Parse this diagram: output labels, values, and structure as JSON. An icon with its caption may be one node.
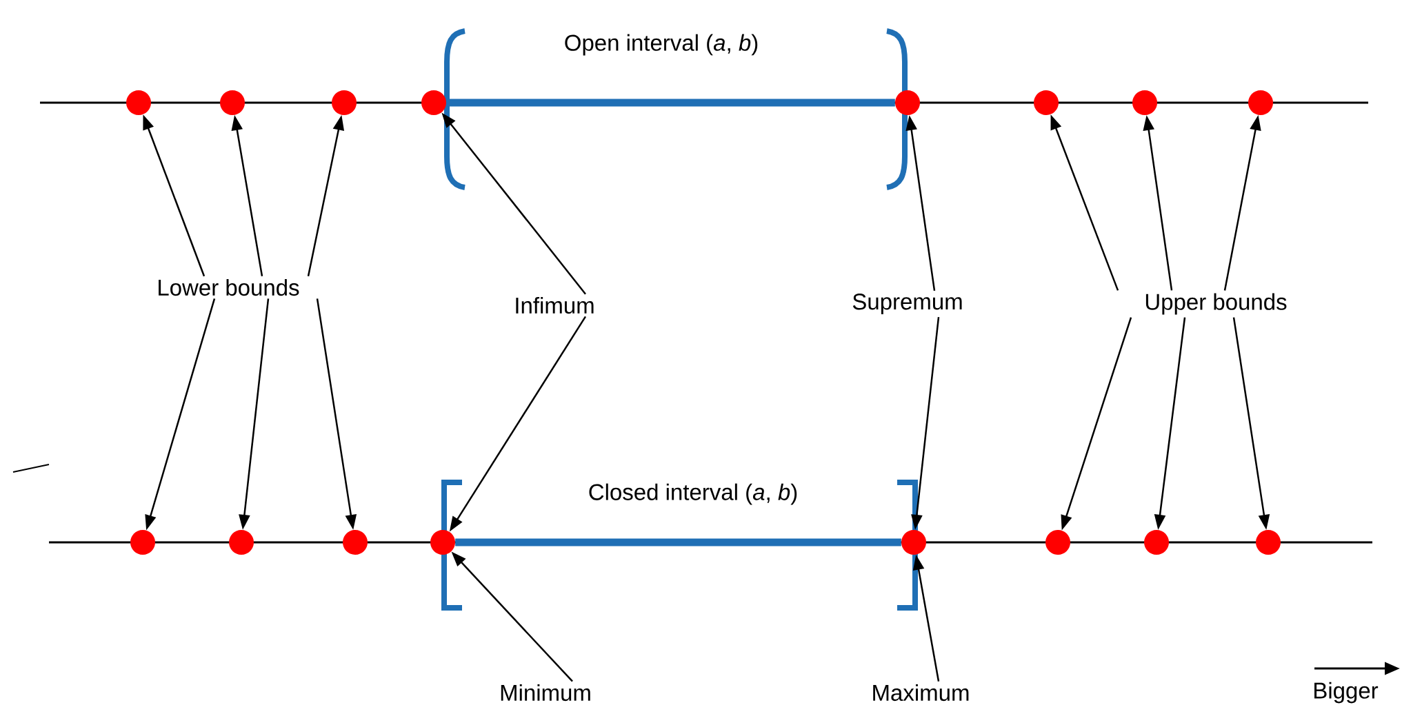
{
  "diagram": {
    "nodes": [
      {
        "text": [],
        "shape": "circle"
      },
      {
        "text": [],
        "shape": "circle"
      },
      {
        "text": [],
        "shape": "circle"
      },
      {
        "text": [],
        "shape": "circle"
      },
      {
        "text": [],
        "shape": "circle"
      },
      {
        "text": [],
        "shape": "circle"
      },
      {
        "text": [],
        "shape": "circle"
      },
      {
        "text": [],
        "shape": "circle"
      },
      {
        "text": [],
        "shape": "circle"
      },
      {
        "text": [],
        "shape": "circle"
      },
      {
        "text": [],
        "shape": "circle"
      },
      {
        "text": [],
        "shape": "circle"
      },
      {
        "text": [],
        "shape": "circle"
      },
      {
        "text": [],
        "shape": "circle"
      },
      {
        "text": [],
        "shape": "circle"
      },
      {
        "text": [],
        "shape": "circle"
      },
      {
        "text": [
          "Lower bounds"
        ]
      },
      {
        "text": [
          "Infimum"
        ]
      },
      {
        "text": [
          "Supremum"
        ]
      },
      {
        "text": [
          "Upper bounds"
        ]
      },
      {
        "text": [
          "Minimum"
        ]
      },
      {
        "text": [
          "Maximum"
        ]
      }
    ],
    "edges": [
      {
        "from": 3,
        "to": 4,
        "arrow": "none",
        "style": "thick",
        "color": "#1f6fb5"
      },
      {
        "from": 11,
        "to": 12,
        "arrow": "none",
        "style": "thick",
        "color": "#1f6fb5"
      },
      {
        "from": 16,
        "to": 0,
        "arrow": "to"
      },
      {
        "from": 16,
        "to": 1,
        "arrow": "to"
      },
      {
        "from": 16,
        "to": 2,
        "arrow": "to"
      },
      {
        "from": 16,
        "to": 8,
        "arrow": "to"
      },
      {
        "from": 16,
        "to": 9,
        "arrow": "to"
      },
      {
        "from": 16,
        "to": 10,
        "arrow": "to"
      },
      {
        "from": 17,
        "to": 3,
        "arrow": "to"
      },
      {
        "from": 17,
        "to": 11,
        "arrow": "to"
      },
      {
        "from": 18,
        "to": 4,
        "arrow": "to"
      },
      {
        "from": 18,
        "to": 12,
        "arrow": "to"
      },
      {
        "from": 19,
        "to": 5,
        "arrow": "to"
      },
      {
        "from": 19,
        "to": 6,
        "arrow": "to"
      },
      {
        "from": 19,
        "to": 7,
        "arrow": "to"
      },
      {
        "from": 19,
        "to": 13,
        "arrow": "to"
      },
      {
        "from": 19,
        "to": 14,
        "arrow": "to"
      },
      {
        "from": 19,
        "to": 15,
        "arrow": "to"
      },
      {
        "from": 20,
        "to": 11,
        "arrow": "to"
      },
      {
        "from": 21,
        "to": 12,
        "arrow": "to"
      }
    ],
    "labels": [
      "Open interval (*a*, *b*)",
      "Closed interval (*a*, *b*)",
      "Bigger"
    ]
  }
}
